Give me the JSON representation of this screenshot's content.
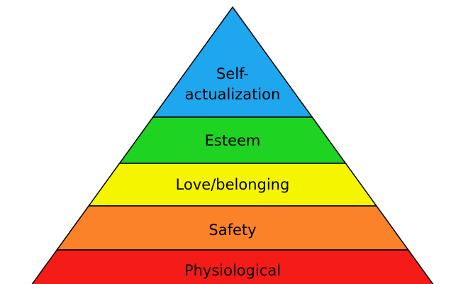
{
  "pyramid": {
    "levels": [
      {
        "name": "self-actualization",
        "lines": [
          "Self-",
          "actualization"
        ],
        "color": "#1EA6EE"
      },
      {
        "name": "esteem",
        "lines": [
          "Esteem"
        ],
        "color": "#1FD322"
      },
      {
        "name": "love-belonging",
        "lines": [
          "Love/belonging"
        ],
        "color": "#F5F500"
      },
      {
        "name": "safety",
        "lines": [
          "Safety"
        ],
        "color": "#FB8229"
      },
      {
        "name": "physiological",
        "lines": [
          "Physiological"
        ],
        "color": "#F51B16"
      }
    ],
    "outline_color": "#000000"
  }
}
